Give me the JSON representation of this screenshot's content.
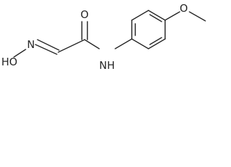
{
  "molecule": {
    "atoms": {
      "hydroxyl": "HO",
      "oxime_n": "N",
      "carbonyl_o": "O",
      "amide_nh": "NH",
      "ether_o": "O"
    }
  },
  "colors": {
    "ink": "#262626",
    "background": "#ffffff"
  }
}
